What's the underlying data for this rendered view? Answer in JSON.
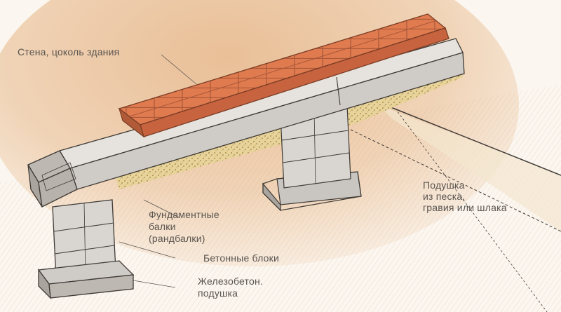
{
  "labels": {
    "wall": "Стена, цоколь здания",
    "cushion_sand": [
      "Подушка",
      "из песка,",
      "гравия или шлака"
    ],
    "beams": [
      "Фундаментные",
      "балки",
      "(рандбалки)"
    ],
    "blocks": "Бетонные блоки",
    "rc_pad": [
      "Железобетон.",
      "подушка"
    ]
  },
  "colors": {
    "background": "#fbf6ef",
    "ground_wash": "#e3b58b",
    "brick": "#e07a4f",
    "concrete": "#d9d6d2",
    "gravel": "#e8d49a",
    "ink": "#5a5550"
  }
}
